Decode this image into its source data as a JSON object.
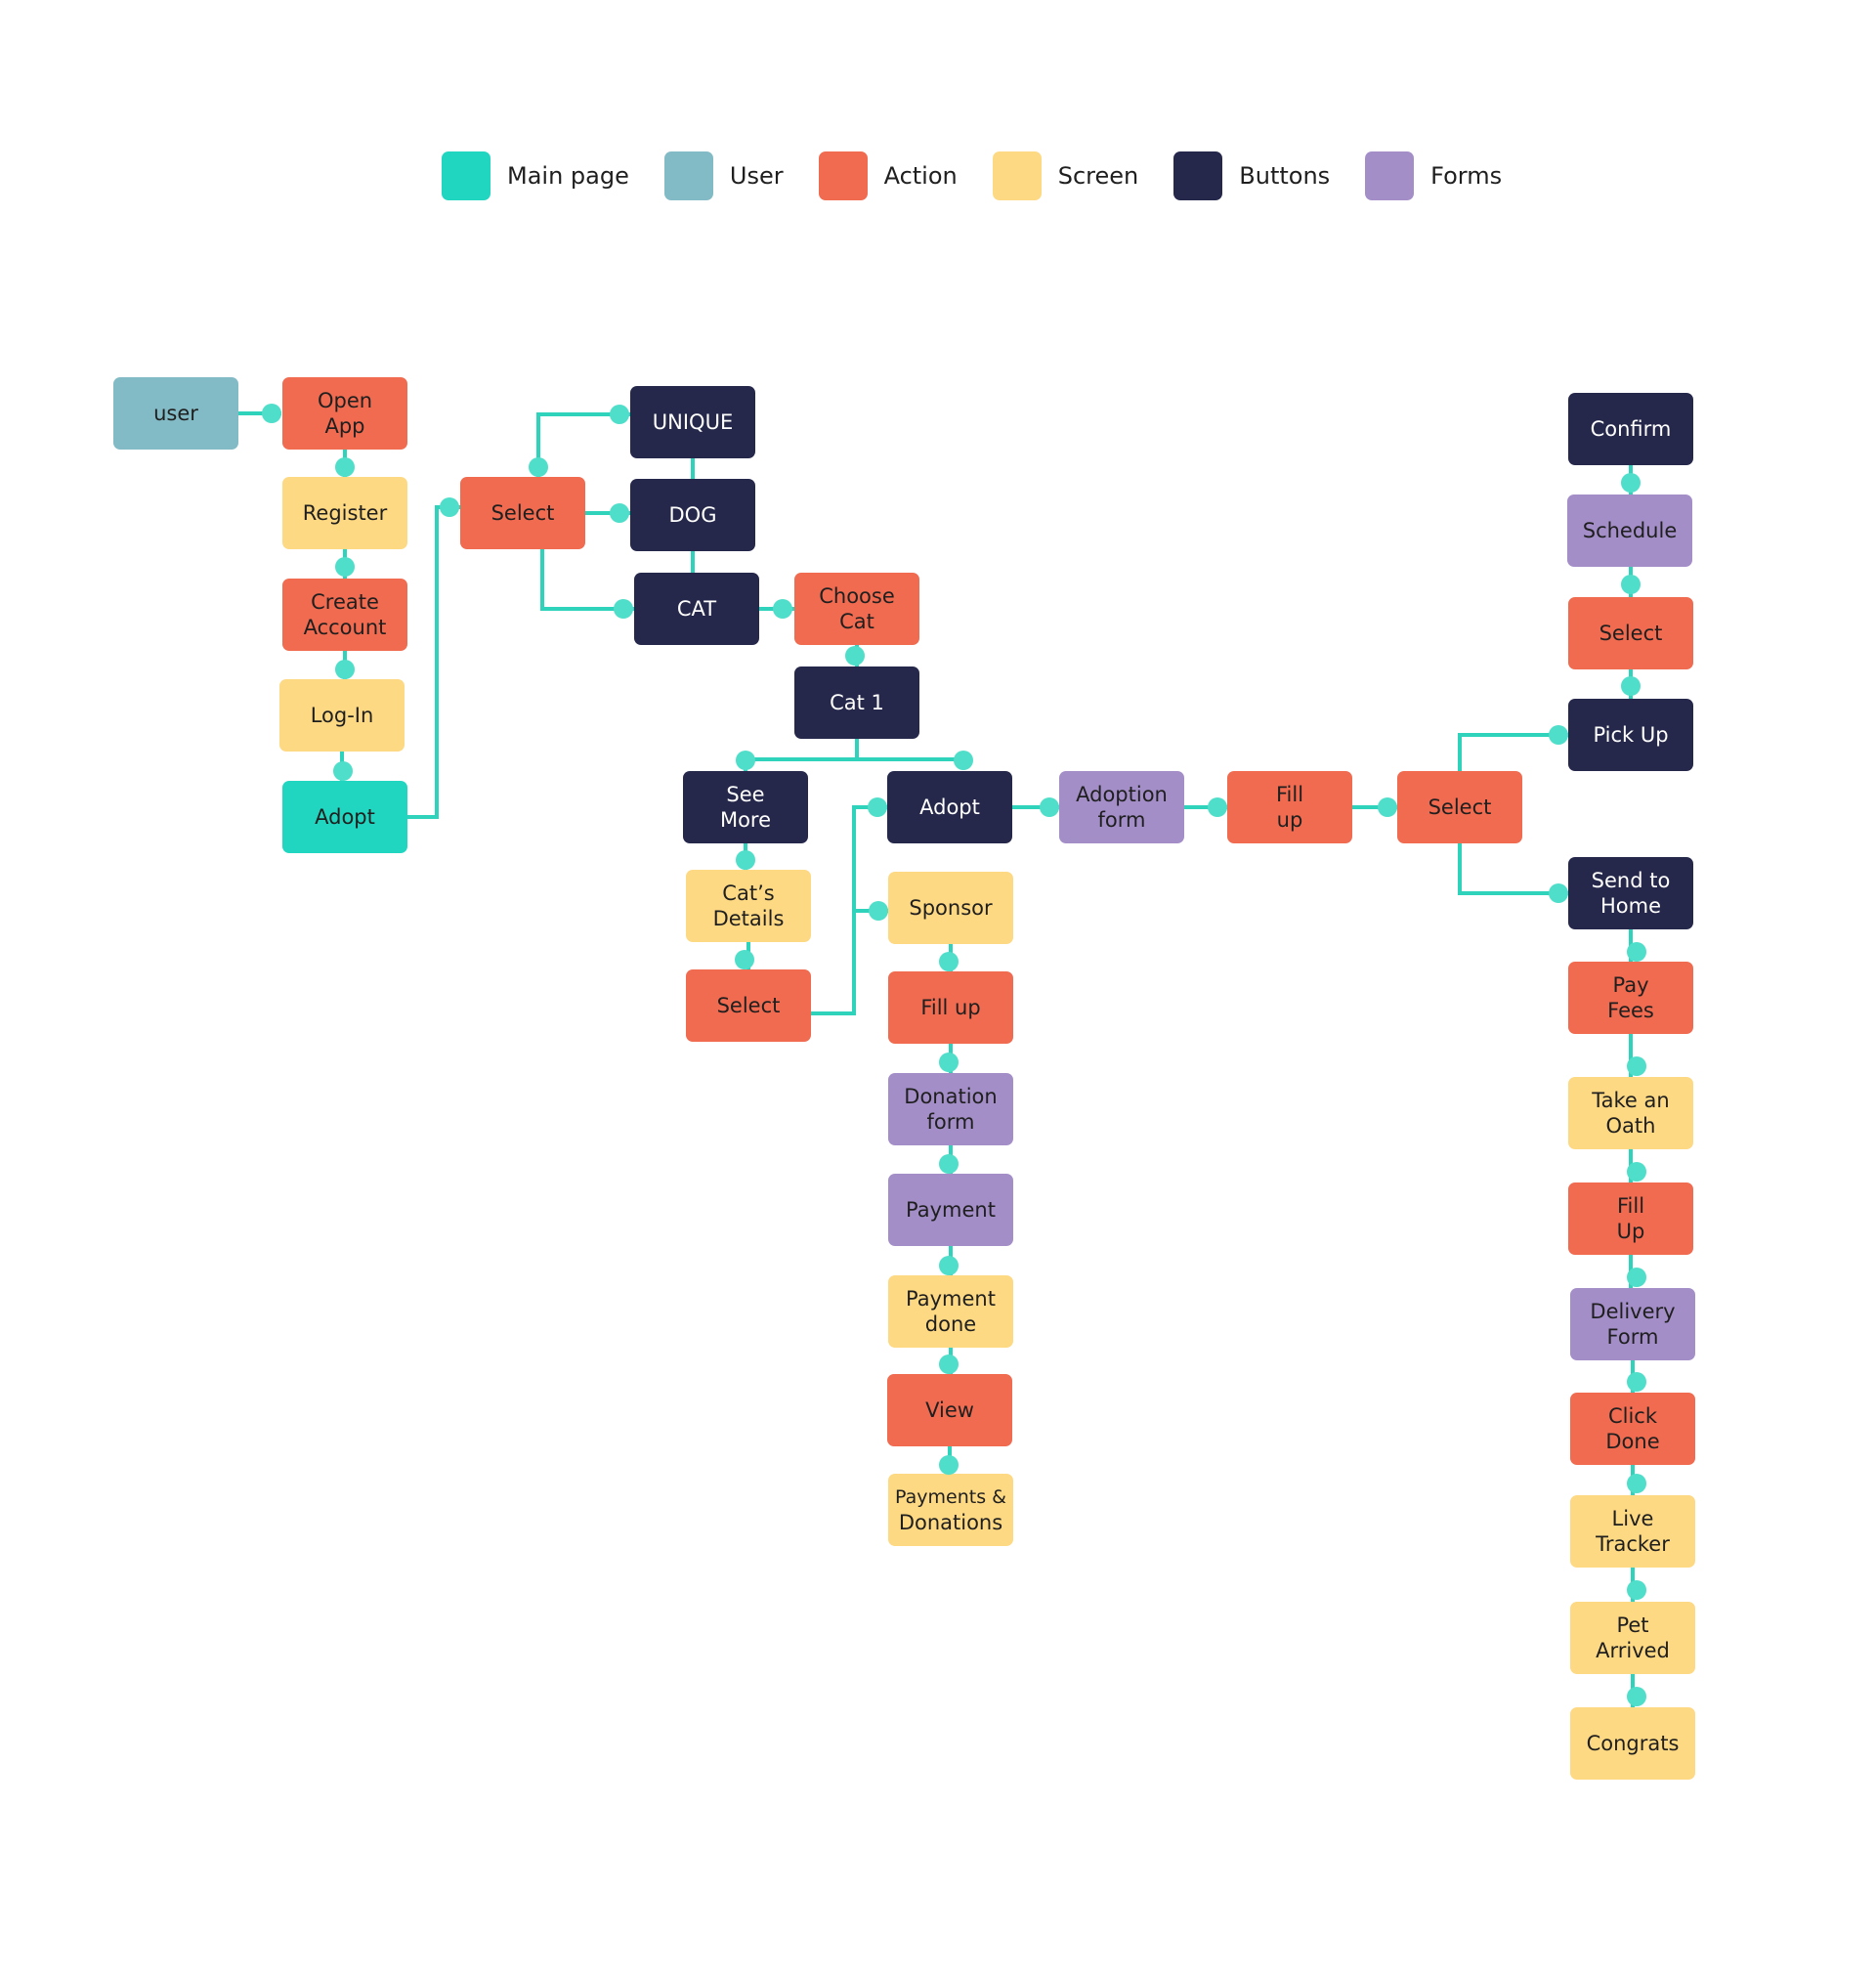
{
  "legend": [
    {
      "key": "main",
      "label": "Main page",
      "color": "#20d6c0"
    },
    {
      "key": "user",
      "label": "User",
      "color": "#82bbc5"
    },
    {
      "key": "action",
      "label": "Action",
      "color": "#f06b50"
    },
    {
      "key": "screen",
      "label": "Screen",
      "color": "#fed983"
    },
    {
      "key": "button",
      "label": "Buttons",
      "color": "#25284a"
    },
    {
      "key": "form",
      "label": "Forms",
      "color": "#a38ec8"
    }
  ],
  "colors": {
    "connector": "#2fd2bb",
    "dot": "#4fdec9",
    "text_dark": "#1f1f1f",
    "text_light": "#ffffff"
  },
  "nodes": [
    {
      "id": "user",
      "label": [
        "user"
      ],
      "type": "user"
    },
    {
      "id": "open_app",
      "label": [
        "Open",
        "App"
      ],
      "type": "action"
    },
    {
      "id": "register",
      "label": [
        "Register"
      ],
      "type": "screen"
    },
    {
      "id": "create_account",
      "label": [
        "Create",
        "Account"
      ],
      "type": "action"
    },
    {
      "id": "login",
      "label": [
        "Log-In"
      ],
      "type": "screen"
    },
    {
      "id": "adopt_main",
      "label": [
        "Adopt"
      ],
      "type": "main"
    },
    {
      "id": "select_pet",
      "label": [
        "Select"
      ],
      "type": "action"
    },
    {
      "id": "unique",
      "label": [
        "UNIQUE"
      ],
      "type": "button"
    },
    {
      "id": "dog",
      "label": [
        "DOG"
      ],
      "type": "button"
    },
    {
      "id": "cat",
      "label": [
        "CAT"
      ],
      "type": "button"
    },
    {
      "id": "choose_cat",
      "label": [
        "Choose",
        "Cat"
      ],
      "type": "action"
    },
    {
      "id": "cat1",
      "label": [
        "Cat 1"
      ],
      "type": "button"
    },
    {
      "id": "see_more",
      "label": [
        "See",
        "More"
      ],
      "type": "button"
    },
    {
      "id": "cats_details",
      "label": [
        "Cat’s",
        "Details"
      ],
      "type": "screen"
    },
    {
      "id": "select_cat",
      "label": [
        "Select"
      ],
      "type": "action"
    },
    {
      "id": "adopt_btn",
      "label": [
        "Adopt"
      ],
      "type": "button"
    },
    {
      "id": "sponsor",
      "label": [
        "Sponsor"
      ],
      "type": "screen"
    },
    {
      "id": "fill_up_sponsor",
      "label": [
        "Fill up"
      ],
      "type": "action"
    },
    {
      "id": "donation_form",
      "label": [
        "Donation",
        "form"
      ],
      "type": "form"
    },
    {
      "id": "payment",
      "label": [
        "Payment"
      ],
      "type": "form"
    },
    {
      "id": "payment_done",
      "label": [
        "Payment",
        "done"
      ],
      "type": "screen"
    },
    {
      "id": "view",
      "label": [
        "View"
      ],
      "type": "action"
    },
    {
      "id": "payments_donations",
      "label": [
        "Payments &",
        "Donations"
      ],
      "type": "screen"
    },
    {
      "id": "adoption_form",
      "label": [
        "Adoption",
        "form"
      ],
      "type": "form"
    },
    {
      "id": "fill_up_adoption",
      "label": [
        "Fill",
        "up"
      ],
      "type": "action"
    },
    {
      "id": "select_delivery",
      "label": [
        "Select"
      ],
      "type": "action"
    },
    {
      "id": "confirm",
      "label": [
        "Confirm"
      ],
      "type": "button"
    },
    {
      "id": "schedule",
      "label": [
        "Schedule"
      ],
      "type": "form"
    },
    {
      "id": "select_schedule",
      "label": [
        "Select"
      ],
      "type": "action"
    },
    {
      "id": "pick_up",
      "label": [
        "Pick Up"
      ],
      "type": "button"
    },
    {
      "id": "send_home",
      "label": [
        "Send to",
        "Home"
      ],
      "type": "button"
    },
    {
      "id": "pay_fees",
      "label": [
        "Pay",
        "Fees"
      ],
      "type": "action"
    },
    {
      "id": "take_oath",
      "label": [
        "Take an",
        "Oath"
      ],
      "type": "screen"
    },
    {
      "id": "fill_up_oath",
      "label": [
        "Fill",
        "Up"
      ],
      "type": "action"
    },
    {
      "id": "delivery_form",
      "label": [
        "Delivery",
        "Form"
      ],
      "type": "form"
    },
    {
      "id": "click_done",
      "label": [
        "Click",
        "Done"
      ],
      "type": "action"
    },
    {
      "id": "live_tracker",
      "label": [
        "Live",
        "Tracker"
      ],
      "type": "screen"
    },
    {
      "id": "pet_arrived",
      "label": [
        "Pet",
        "Arrived"
      ],
      "type": "screen"
    },
    {
      "id": "congrats",
      "label": [
        "Congrats"
      ],
      "type": "screen"
    }
  ],
  "edges": [
    {
      "from": "user",
      "to": "open_app"
    },
    {
      "from": "open_app",
      "to": "register"
    },
    {
      "from": "register",
      "to": "create_account"
    },
    {
      "from": "create_account",
      "to": "login"
    },
    {
      "from": "login",
      "to": "adopt_main"
    },
    {
      "from": "adopt_main",
      "to": "select_pet"
    },
    {
      "from": "select_pet",
      "to": "unique"
    },
    {
      "from": "select_pet",
      "to": "dog"
    },
    {
      "from": "select_pet",
      "to": "cat"
    },
    {
      "from": "cat",
      "to": "choose_cat"
    },
    {
      "from": "choose_cat",
      "to": "cat1"
    },
    {
      "from": "cat1",
      "to": "see_more"
    },
    {
      "from": "cat1",
      "to": "adopt_btn"
    },
    {
      "from": "see_more",
      "to": "cats_details"
    },
    {
      "from": "cats_details",
      "to": "select_cat"
    },
    {
      "from": "select_cat",
      "to": "adopt_btn"
    },
    {
      "from": "select_cat",
      "to": "sponsor"
    },
    {
      "from": "sponsor",
      "to": "fill_up_sponsor"
    },
    {
      "from": "fill_up_sponsor",
      "to": "donation_form"
    },
    {
      "from": "donation_form",
      "to": "payment"
    },
    {
      "from": "payment",
      "to": "payment_done"
    },
    {
      "from": "payment_done",
      "to": "view"
    },
    {
      "from": "view",
      "to": "payments_donations"
    },
    {
      "from": "adopt_btn",
      "to": "adoption_form"
    },
    {
      "from": "adoption_form",
      "to": "fill_up_adoption"
    },
    {
      "from": "fill_up_adoption",
      "to": "select_delivery"
    },
    {
      "from": "select_delivery",
      "to": "pick_up"
    },
    {
      "from": "select_delivery",
      "to": "send_home"
    },
    {
      "from": "confirm",
      "to": "schedule"
    },
    {
      "from": "schedule",
      "to": "select_schedule"
    },
    {
      "from": "select_schedule",
      "to": "pick_up"
    },
    {
      "from": "send_home",
      "to": "pay_fees"
    },
    {
      "from": "pay_fees",
      "to": "take_oath"
    },
    {
      "from": "take_oath",
      "to": "fill_up_oath"
    },
    {
      "from": "fill_up_oath",
      "to": "delivery_form"
    },
    {
      "from": "delivery_form",
      "to": "click_done"
    },
    {
      "from": "click_done",
      "to": "live_tracker"
    },
    {
      "from": "live_tracker",
      "to": "pet_arrived"
    },
    {
      "from": "pet_arrived",
      "to": "congrats"
    }
  ]
}
